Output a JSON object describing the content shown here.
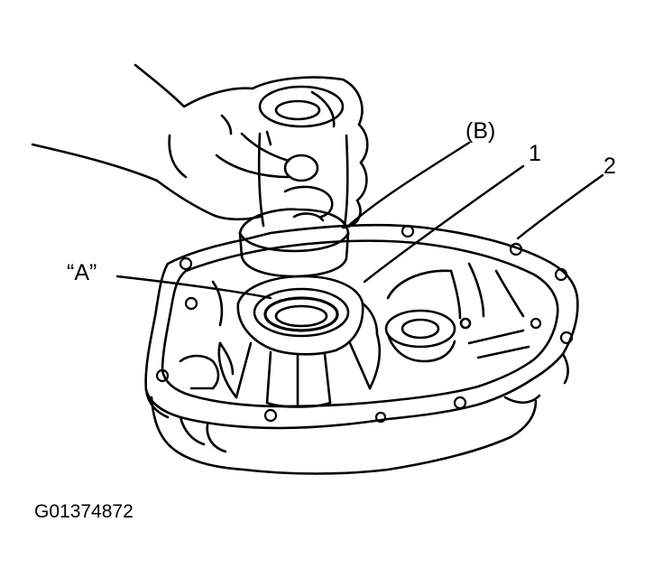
{
  "labels": {
    "b": "(B)",
    "one": "1",
    "two": "2",
    "a": "“A”"
  },
  "figure_id": "G01374872",
  "colors": {
    "ink": "#000000",
    "paper": "#ffffff"
  }
}
